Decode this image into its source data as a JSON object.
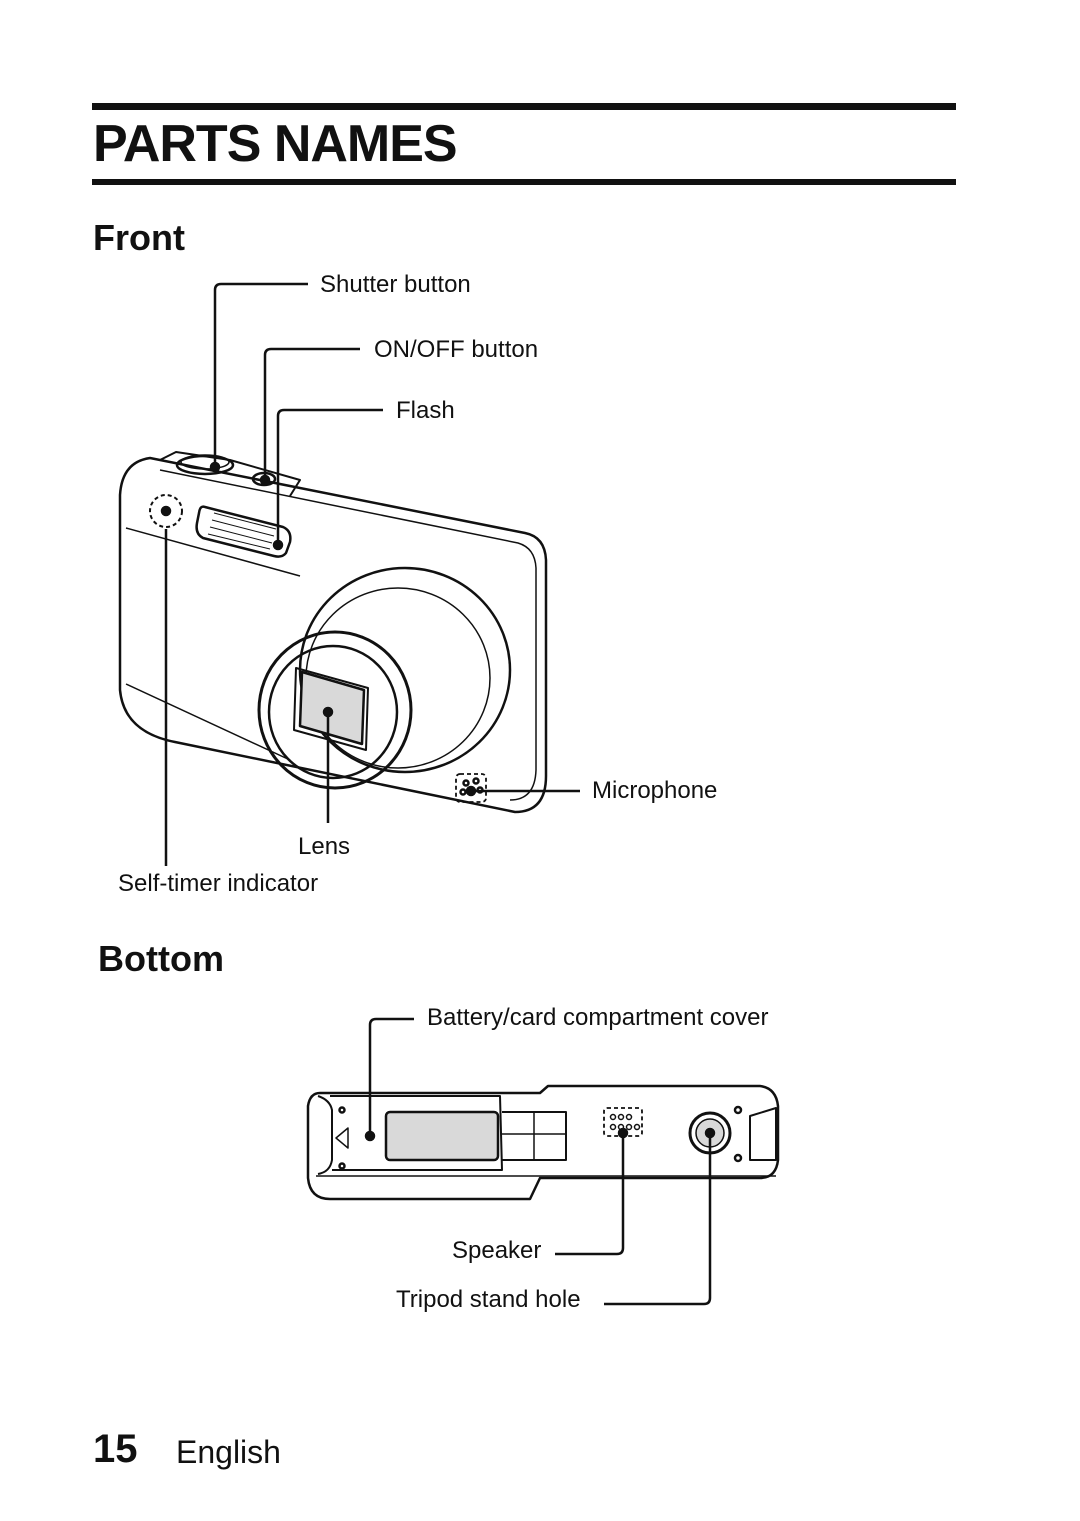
{
  "header": {
    "title": "PARTS NAMES"
  },
  "front": {
    "heading": "Front",
    "labels": {
      "shutter": "Shutter button",
      "onoff": "ON/OFF button",
      "flash": "Flash",
      "microphone": "Microphone",
      "lens": "Lens",
      "selftimer": "Self-timer indicator"
    }
  },
  "bottom": {
    "heading": "Bottom",
    "labels": {
      "cover": "Battery/card compartment cover",
      "speaker": "Speaker",
      "tripod": "Tripod stand hole"
    }
  },
  "footer": {
    "page_number": "15",
    "language": "English"
  }
}
